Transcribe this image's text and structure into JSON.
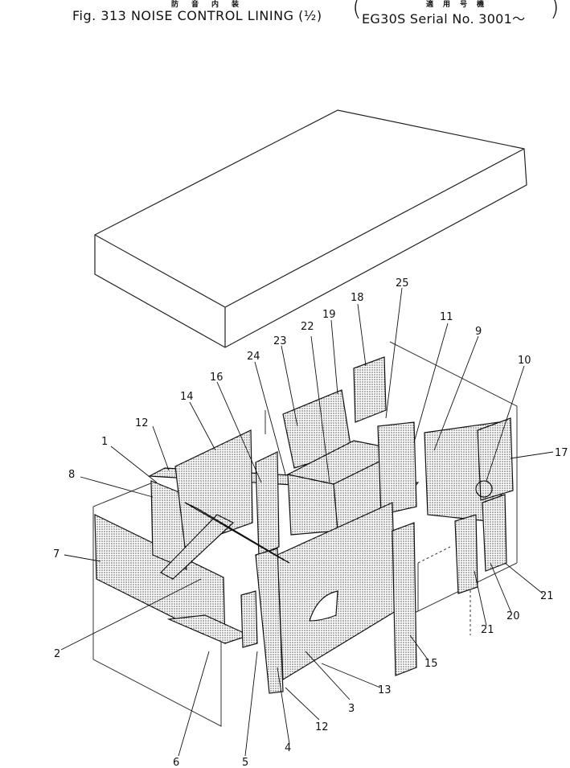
{
  "header": {
    "jp_title": "防音内装",
    "fig_title": "Fig. 313 NOISE CONTROL LINING (½)",
    "jp_applicable": "適用号機",
    "serial": "EG30S Serial No. 3001～"
  },
  "callouts": [
    "1",
    "2",
    "3",
    "4",
    "5",
    "6",
    "7",
    "8",
    "9",
    "10",
    "11",
    "12",
    "12",
    "13",
    "14",
    "15",
    "16",
    "17",
    "18",
    "19",
    "20",
    "21",
    "21",
    "22",
    "23",
    "24",
    "25"
  ]
}
